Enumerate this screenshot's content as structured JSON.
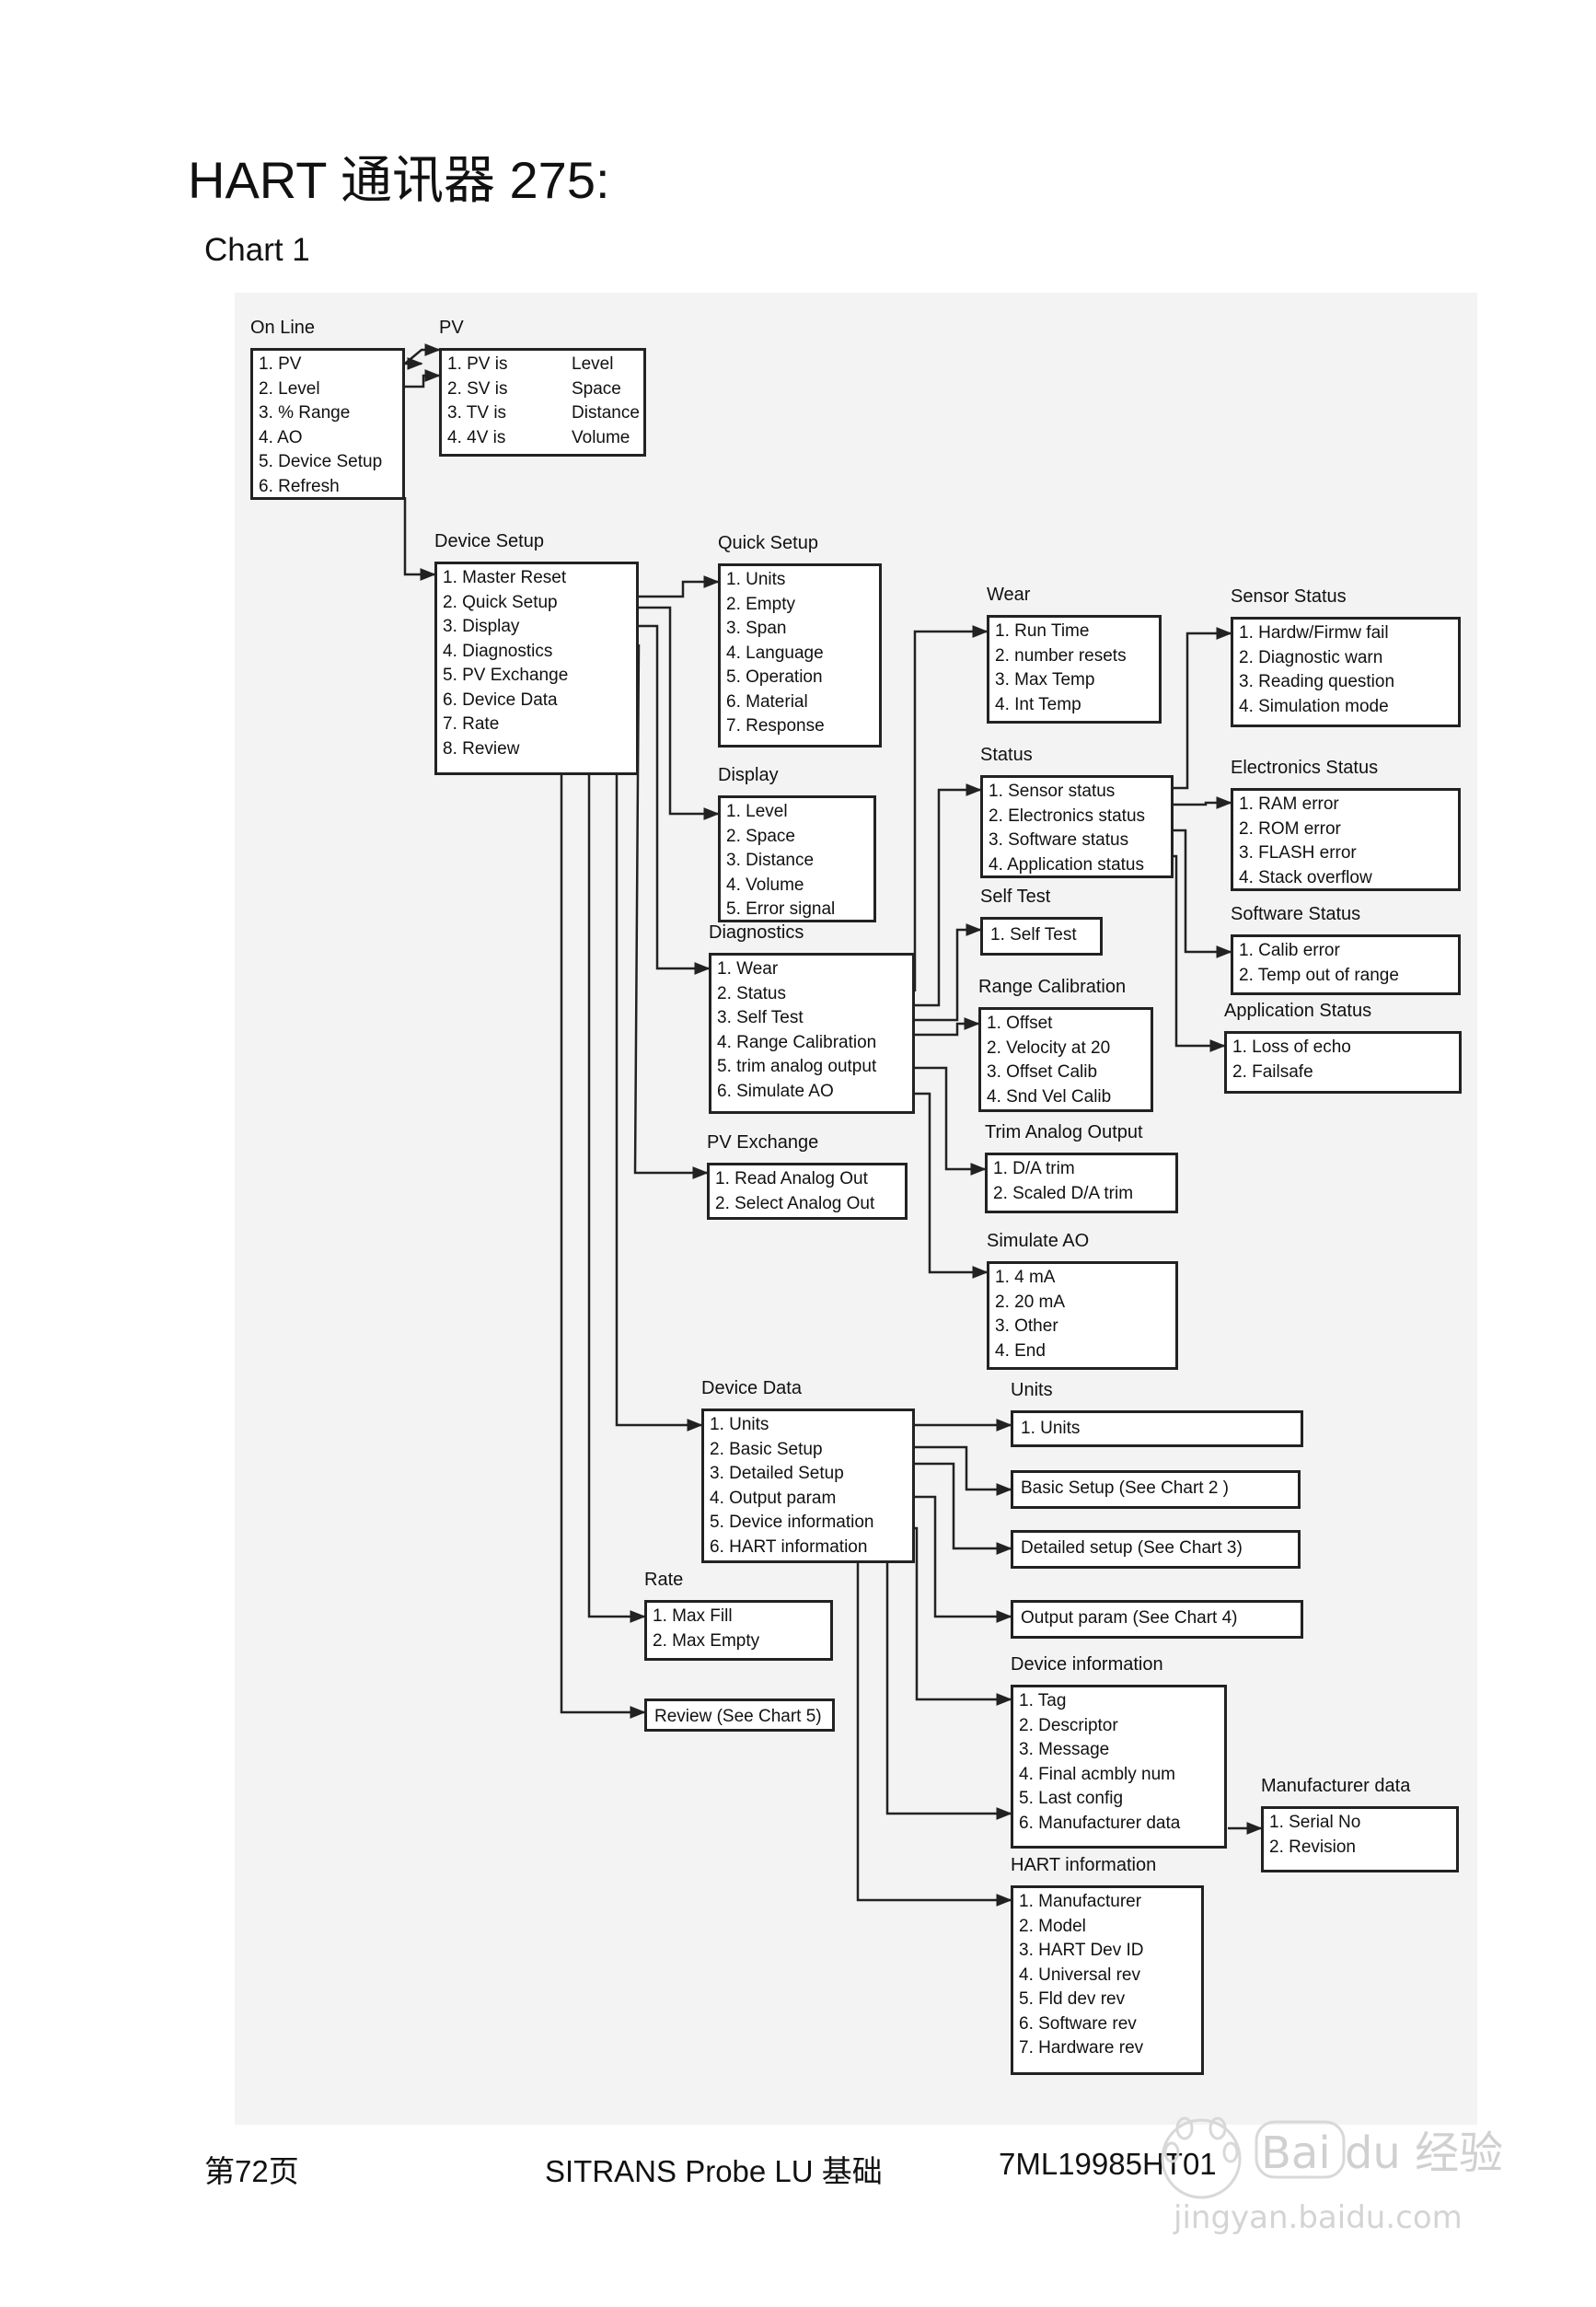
{
  "page": {
    "title": "HART 通讯器 275:",
    "chart_label": "Chart 1"
  },
  "nodes": {
    "online": {
      "title": "On Line",
      "items": [
        "1.  PV",
        "2.  Level",
        "3.  % Range",
        "4.  AO",
        "5.  Device Setup",
        "6.  Refresh"
      ]
    },
    "pv": {
      "title": "PV",
      "items": [
        [
          "1.  PV is",
          "Level"
        ],
        [
          "2.  SV is",
          "Space"
        ],
        [
          "3.  TV is",
          "Distance"
        ],
        [
          "4.  4V is",
          "Volume"
        ]
      ]
    },
    "devsetup": {
      "title": "Device Setup",
      "items": [
        "1.  Master Reset",
        "2.  Quick Setup",
        "3.  Display",
        "4.  Diagnostics",
        "5.  PV Exchange",
        "6.  Device Data",
        "7.  Rate",
        "8.  Review"
      ]
    },
    "quick": {
      "title": "Quick Setup",
      "items": [
        "1.  Units",
        "2.  Empty",
        "3.  Span",
        "4.  Language",
        "5.  Operation",
        "6.  Material",
        "7.  Response"
      ]
    },
    "display": {
      "title": "Display",
      "items": [
        "1.  Level",
        "2.  Space",
        "3.  Distance",
        "4.  Volume",
        "5.  Error signal"
      ]
    },
    "diag": {
      "title": "Diagnostics",
      "items": [
        "1.  Wear",
        "2.  Status",
        "3.  Self Test",
        "4.  Range Calibration",
        "5.  trim analog output",
        "6.  Simulate AO"
      ]
    },
    "pvx": {
      "title": "PV Exchange",
      "items": [
        "1.  Read Analog Out",
        "2.  Select Analog Out"
      ]
    },
    "wear": {
      "title": "Wear",
      "items": [
        "1.  Run Time",
        "2.  number resets",
        "3.  Max Temp",
        "4.  Int Temp"
      ]
    },
    "status": {
      "title": "Status",
      "items": [
        "1.  Sensor status",
        "2.  Electronics status",
        "3.  Software status",
        "4.  Application status"
      ]
    },
    "selftest": {
      "title": "Self Test",
      "items": [
        "1.  Self Test"
      ]
    },
    "rangecal": {
      "title": "Range Calibration",
      "items": [
        "1.  Offset",
        "2.  Velocity at 20",
        "3.  Offset Calib",
        "4.  Snd Vel Calib"
      ]
    },
    "trim": {
      "title": "Trim Analog Output",
      "items": [
        "1.  D/A trim",
        "2.  Scaled D/A trim"
      ]
    },
    "simao": {
      "title": "Simulate AO",
      "items": [
        "1.  4 mA",
        "2.  20 mA",
        "3.  Other",
        "4.  End"
      ]
    },
    "sensor": {
      "title": "Sensor Status",
      "items": [
        "1.  Hardw/Firmw fail",
        "2.  Diagnostic warn",
        "3.  Reading question",
        "4.  Simulation mode"
      ]
    },
    "electro": {
      "title": "Electronics Status",
      "items": [
        "1.  RAM error",
        "2.  ROM error",
        "3.  FLASH error",
        "4.  Stack overflow"
      ]
    },
    "software": {
      "title": "Software Status",
      "items": [
        "1.  Calib error",
        "2.  Temp out of range"
      ]
    },
    "appstat": {
      "title": "Application Status",
      "items": [
        "1.  Loss of echo",
        "2.  Failsafe"
      ]
    },
    "devdata": {
      "title": "Device Data",
      "items": [
        "1.  Units",
        "2.  Basic Setup",
        "3.  Detailed Setup",
        "4.  Output param",
        "5.  Device information",
        "6.  HART information"
      ]
    },
    "units": {
      "title": "Units",
      "items": [
        "1.  Units"
      ]
    },
    "basic": {
      "title": "",
      "items": [
        "Basic Setup (See Chart 2 )"
      ]
    },
    "detailed": {
      "title": "",
      "items": [
        "Detailed setup (See Chart 3)"
      ]
    },
    "output": {
      "title": "",
      "items": [
        "Output param (See Chart 4)"
      ]
    },
    "rate": {
      "title": "Rate",
      "items": [
        "1.  Max Fill",
        "2.  Max Empty"
      ]
    },
    "review": {
      "title": "",
      "items": [
        "Review (See Chart 5)"
      ]
    },
    "devinfo": {
      "title": "Device information",
      "items": [
        "1.  Tag",
        "2.  Descriptor",
        "3.  Message",
        "4.  Final acmbly num",
        "5.  Last config",
        "6.  Manufacturer data"
      ]
    },
    "mfr": {
      "title": "Manufacturer data",
      "items": [
        "1.  Serial No",
        "2.  Revision"
      ]
    },
    "hart": {
      "title": "HART information",
      "items": [
        "1.  Manufacturer",
        "2.  Model",
        "3.  HART Dev ID",
        "4.  Universal rev",
        "5.  Fld dev rev",
        "6.  Software rev",
        "7.  Hardware rev"
      ]
    }
  },
  "footer": {
    "page": "第72页",
    "product": "SITRANS Probe LU  基础",
    "code": "7ML19985HT01"
  },
  "watermark": {
    "logo": "Bai du 经验",
    "url": "jingyan.baidu.com"
  }
}
